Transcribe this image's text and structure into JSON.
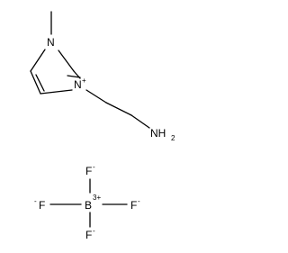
{
  "molecule": {
    "cation": {
      "n1_label": "N",
      "n3_label": "N",
      "n3_charge": "+",
      "amine_label": "NH",
      "amine_subscript": "2"
    },
    "anion": {
      "boron_label": "B",
      "boron_charge": "3+",
      "fluoride_top_label": "F",
      "fluoride_top_charge": "-",
      "fluoride_left_label": "F",
      "fluoride_left_charge": "-",
      "fluoride_right_label": "F",
      "fluoride_right_charge": "-",
      "fluoride_bottom_label": "F",
      "fluoride_bottom_charge": "-"
    }
  }
}
